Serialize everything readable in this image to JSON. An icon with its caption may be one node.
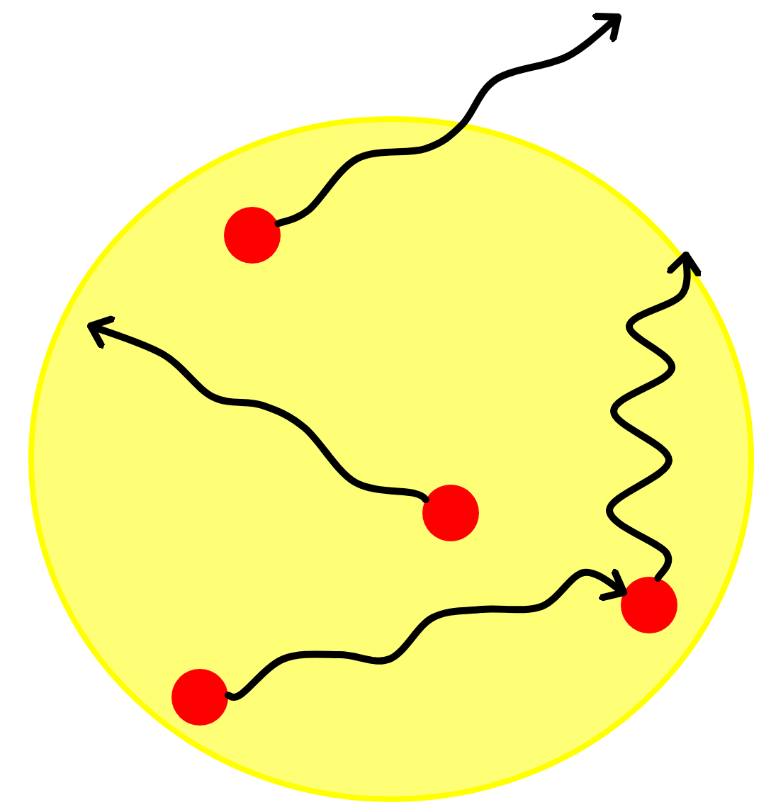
{
  "diagram": {
    "nodes": [
      {
        "text": [],
        "shape": "circle"
      },
      {
        "text": [],
        "shape": "circle",
        "in": 0
      },
      {
        "text": [],
        "shape": "circle",
        "in": 0
      },
      {
        "text": [],
        "shape": "circle",
        "in": 0
      },
      {
        "text": [],
        "shape": "circle",
        "in": 0
      }
    ],
    "edges": [
      {
        "from": 1,
        "to": null,
        "arrow": "to"
      },
      {
        "from": 2,
        "to": null,
        "arrow": "to"
      },
      {
        "from": 3,
        "to": null,
        "arrow": "to"
      },
      {
        "from": 4,
        "to": 3,
        "arrow": "to"
      }
    ]
  }
}
